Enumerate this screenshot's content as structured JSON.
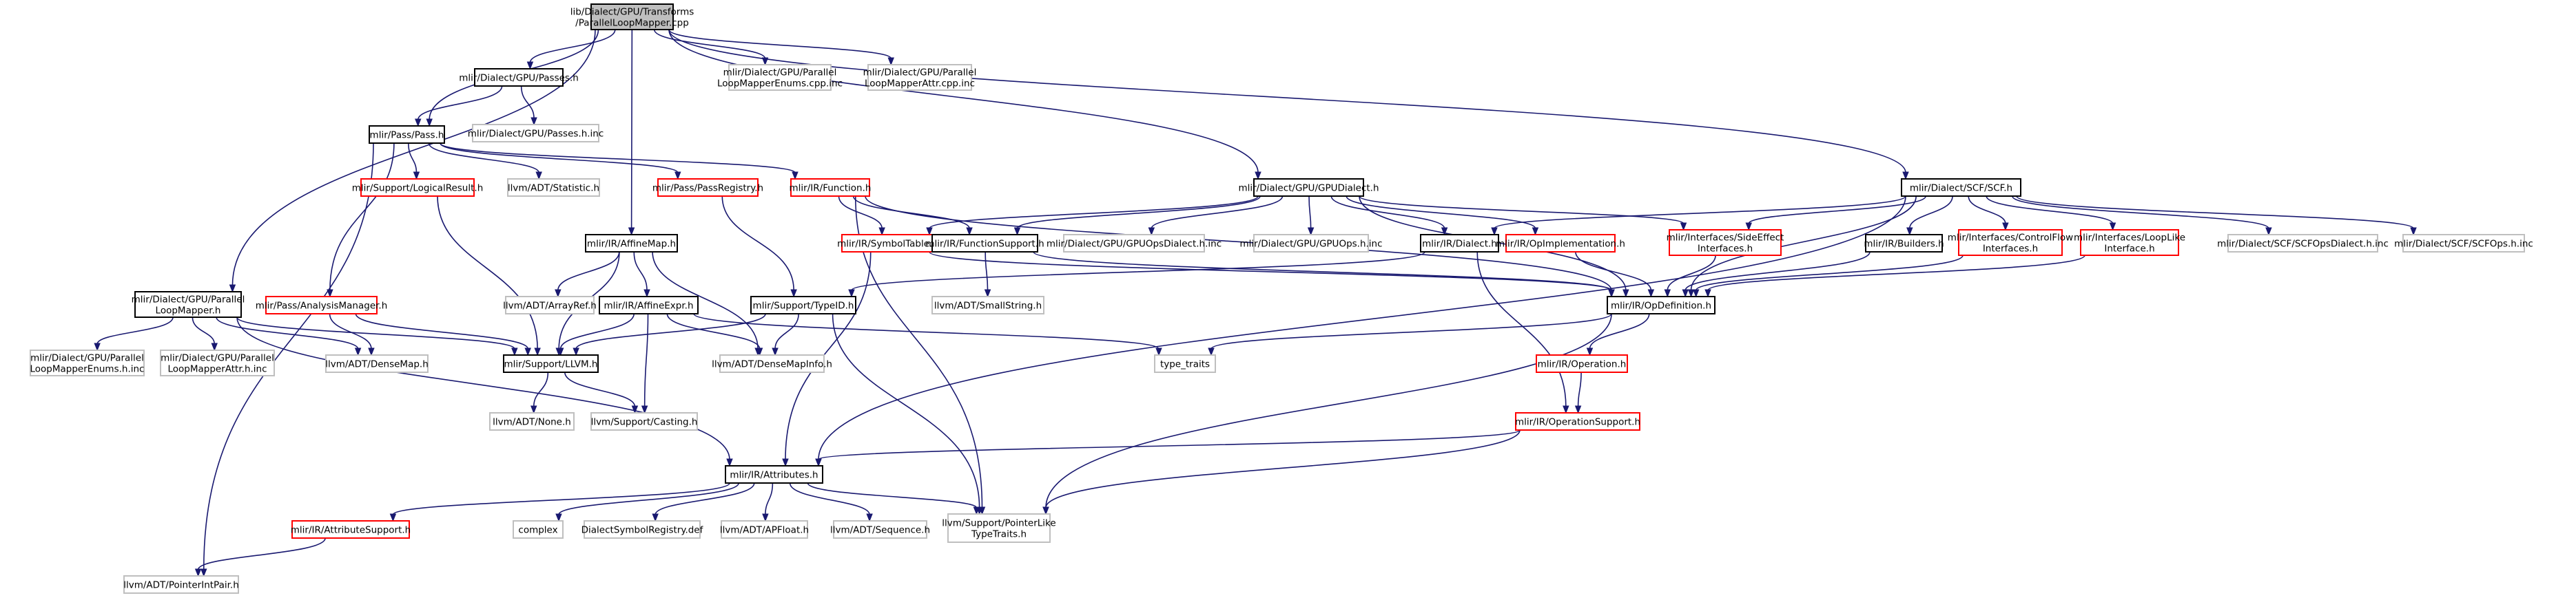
{
  "colors": {
    "black_border": "#000000",
    "red_border": "#ff0000",
    "gray_border": "#bfbfbf",
    "root_fill": "#bfbfbf",
    "edge": "#191970"
  },
  "nodes": [
    {
      "id": "root",
      "lines": [
        "lib/Dialect/GPU/Transforms",
        "/ParallelLoopMapper.cpp"
      ],
      "style": "root"
    },
    {
      "id": "passes_h",
      "lines": [
        "mlir/Dialect/GPU/Passes.h"
      ],
      "style": "black"
    },
    {
      "id": "enums_cpp_inc",
      "lines": [
        "mlir/Dialect/GPU/Parallel",
        "LoopMapperEnums.cpp.inc"
      ],
      "style": "gray"
    },
    {
      "id": "attr_cpp_inc",
      "lines": [
        "mlir/Dialect/GPU/Parallel",
        "LoopMapperAttr.cpp.inc"
      ],
      "style": "gray"
    },
    {
      "id": "pass_h",
      "lines": [
        "mlir/Pass/Pass.h"
      ],
      "style": "black"
    },
    {
      "id": "passes_h_inc",
      "lines": [
        "mlir/Dialect/GPU/Passes.h.inc"
      ],
      "style": "gray"
    },
    {
      "id": "logical_result",
      "lines": [
        "mlir/Support/LogicalResult.h"
      ],
      "style": "red"
    },
    {
      "id": "statistic",
      "lines": [
        "llvm/ADT/Statistic.h"
      ],
      "style": "gray"
    },
    {
      "id": "pass_registry",
      "lines": [
        "mlir/Pass/PassRegistry.h"
      ],
      "style": "red"
    },
    {
      "id": "function_h",
      "lines": [
        "mlir/IR/Function.h"
      ],
      "style": "red"
    },
    {
      "id": "gpu_dialect",
      "lines": [
        "mlir/Dialect/GPU/GPUDialect.h"
      ],
      "style": "black"
    },
    {
      "id": "scf_h",
      "lines": [
        "mlir/Dialect/SCF/SCF.h"
      ],
      "style": "black"
    },
    {
      "id": "affine_map",
      "lines": [
        "mlir/IR/AffineMap.h"
      ],
      "style": "black"
    },
    {
      "id": "symbol_table",
      "lines": [
        "mlir/IR/SymbolTable.h"
      ],
      "style": "red"
    },
    {
      "id": "function_support",
      "lines": [
        "mlir/IR/FunctionSupport.h"
      ],
      "style": "black"
    },
    {
      "id": "gpu_ops_dialect_inc",
      "lines": [
        "mlir/Dialect/GPU/GPUOpsDialect.h.inc"
      ],
      "style": "gray"
    },
    {
      "id": "gpu_ops_inc",
      "lines": [
        "mlir/Dialect/GPU/GPUOps.h.inc"
      ],
      "style": "gray"
    },
    {
      "id": "dialect_h",
      "lines": [
        "mlir/IR/Dialect.h"
      ],
      "style": "black"
    },
    {
      "id": "op_impl",
      "lines": [
        "mlir/IR/OpImplementation.h"
      ],
      "style": "red"
    },
    {
      "id": "side_effect",
      "lines": [
        "mlir/Interfaces/SideEffect",
        "Interfaces.h"
      ],
      "style": "red"
    },
    {
      "id": "builders",
      "lines": [
        "mlir/IR/Builders.h"
      ],
      "style": "black"
    },
    {
      "id": "control_flow",
      "lines": [
        "mlir/Interfaces/ControlFlow",
        "Interfaces.h"
      ],
      "style": "red"
    },
    {
      "id": "loop_like",
      "lines": [
        "mlir/Interfaces/LoopLike",
        "Interface.h"
      ],
      "style": "red"
    },
    {
      "id": "scf_ops_dialect_inc",
      "lines": [
        "mlir/Dialect/SCF/SCFOpsDialect.h.inc"
      ],
      "style": "gray"
    },
    {
      "id": "scf_ops_inc",
      "lines": [
        "mlir/Dialect/SCF/SCFOps.h.inc"
      ],
      "style": "gray"
    },
    {
      "id": "plm_h",
      "lines": [
        "mlir/Dialect/GPU/Parallel",
        "LoopMapper.h"
      ],
      "style": "black"
    },
    {
      "id": "analysis_mgr",
      "lines": [
        "mlir/Pass/AnalysisManager.h"
      ],
      "style": "red"
    },
    {
      "id": "array_ref",
      "lines": [
        "llvm/ADT/ArrayRef.h"
      ],
      "style": "gray"
    },
    {
      "id": "affine_expr",
      "lines": [
        "mlir/IR/AffineExpr.h"
      ],
      "style": "black"
    },
    {
      "id": "typeid",
      "lines": [
        "mlir/Support/TypeID.h"
      ],
      "style": "black"
    },
    {
      "id": "small_string",
      "lines": [
        "llvm/ADT/SmallString.h"
      ],
      "style": "gray"
    },
    {
      "id": "op_definition",
      "lines": [
        "mlir/IR/OpDefinition.h"
      ],
      "style": "black"
    },
    {
      "id": "enums_h_inc",
      "lines": [
        "mlir/Dialect/GPU/Parallel",
        "LoopMapperEnums.h.inc"
      ],
      "style": "gray"
    },
    {
      "id": "attr_h_inc",
      "lines": [
        "mlir/Dialect/GPU/Parallel",
        "LoopMapperAttr.h.inc"
      ],
      "style": "gray"
    },
    {
      "id": "dense_map",
      "lines": [
        "llvm/ADT/DenseMap.h"
      ],
      "style": "gray"
    },
    {
      "id": "support_llvm",
      "lines": [
        "mlir/Support/LLVM.h"
      ],
      "style": "black"
    },
    {
      "id": "dense_map_info",
      "lines": [
        "llvm/ADT/DenseMapInfo.h"
      ],
      "style": "gray"
    },
    {
      "id": "type_traits",
      "lines": [
        "type_traits"
      ],
      "style": "gray"
    },
    {
      "id": "operation_h",
      "lines": [
        "mlir/IR/Operation.h"
      ],
      "style": "red"
    },
    {
      "id": "none_h",
      "lines": [
        "llvm/ADT/None.h"
      ],
      "style": "gray"
    },
    {
      "id": "casting_h",
      "lines": [
        "llvm/Support/Casting.h"
      ],
      "style": "gray"
    },
    {
      "id": "operation_support",
      "lines": [
        "mlir/IR/OperationSupport.h"
      ],
      "style": "red"
    },
    {
      "id": "attributes_h",
      "lines": [
        "mlir/IR/Attributes.h"
      ],
      "style": "black"
    },
    {
      "id": "attribute_support",
      "lines": [
        "mlir/IR/AttributeSupport.h"
      ],
      "style": "red"
    },
    {
      "id": "complex",
      "lines": [
        "complex"
      ],
      "style": "gray"
    },
    {
      "id": "dialect_symbol_registry",
      "lines": [
        "DialectSymbolRegistry.def"
      ],
      "style": "gray"
    },
    {
      "id": "ap_float",
      "lines": [
        "llvm/ADT/APFloat.h"
      ],
      "style": "gray"
    },
    {
      "id": "sequence",
      "lines": [
        "llvm/ADT/Sequence.h"
      ],
      "style": "gray"
    },
    {
      "id": "pointer_like",
      "lines": [
        "llvm/Support/PointerLike",
        "TypeTraits.h"
      ],
      "style": "gray"
    },
    {
      "id": "pointer_int_pair",
      "lines": [
        "llvm/ADT/PointerIntPair.h"
      ],
      "style": "gray"
    }
  ],
  "edges": [
    [
      "root",
      "passes_h"
    ],
    [
      "root",
      "enums_cpp_inc"
    ],
    [
      "root",
      "attr_cpp_inc"
    ],
    [
      "root",
      "pass_h"
    ],
    [
      "root",
      "plm_h"
    ],
    [
      "root",
      "affine_map"
    ],
    [
      "root",
      "gpu_dialect"
    ],
    [
      "root",
      "scf_h"
    ],
    [
      "passes_h",
      "pass_h"
    ],
    [
      "passes_h",
      "passes_h_inc"
    ],
    [
      "pass_h",
      "logical_result"
    ],
    [
      "pass_h",
      "statistic"
    ],
    [
      "pass_h",
      "pass_registry"
    ],
    [
      "pass_h",
      "function_h"
    ],
    [
      "pass_h",
      "analysis_mgr"
    ],
    [
      "pass_h",
      "pointer_int_pair"
    ],
    [
      "logical_result",
      "support_llvm"
    ],
    [
      "pass_registry",
      "typeid"
    ],
    [
      "function_h",
      "symbol_table"
    ],
    [
      "function_h",
      "function_support"
    ],
    [
      "function_h",
      "op_definition"
    ],
    [
      "function_h",
      "pointer_like"
    ],
    [
      "gpu_dialect",
      "symbol_table"
    ],
    [
      "gpu_dialect",
      "function_support"
    ],
    [
      "gpu_dialect",
      "gpu_ops_dialect_inc"
    ],
    [
      "gpu_dialect",
      "gpu_ops_inc"
    ],
    [
      "gpu_dialect",
      "dialect_h"
    ],
    [
      "gpu_dialect",
      "op_impl"
    ],
    [
      "gpu_dialect",
      "side_effect"
    ],
    [
      "gpu_dialect",
      "op_definition"
    ],
    [
      "scf_h",
      "dialect_h"
    ],
    [
      "scf_h",
      "side_effect"
    ],
    [
      "scf_h",
      "builders"
    ],
    [
      "scf_h",
      "control_flow"
    ],
    [
      "scf_h",
      "loop_like"
    ],
    [
      "scf_h",
      "scf_ops_dialect_inc"
    ],
    [
      "scf_h",
      "scf_ops_inc"
    ],
    [
      "scf_h",
      "op_definition"
    ],
    [
      "scf_h",
      "attributes_h"
    ],
    [
      "affine_map",
      "array_ref"
    ],
    [
      "affine_map",
      "affine_expr"
    ],
    [
      "affine_map",
      "support_llvm"
    ],
    [
      "affine_map",
      "dense_map_info"
    ],
    [
      "symbol_table",
      "op_definition"
    ],
    [
      "symbol_table",
      "attributes_h"
    ],
    [
      "function_support",
      "small_string"
    ],
    [
      "function_support",
      "op_definition"
    ],
    [
      "dialect_h",
      "typeid"
    ],
    [
      "dialect_h",
      "operation_support"
    ],
    [
      "op_impl",
      "op_definition"
    ],
    [
      "side_effect",
      "op_definition"
    ],
    [
      "builders",
      "op_definition"
    ],
    [
      "control_flow",
      "op_definition"
    ],
    [
      "loop_like",
      "op_definition"
    ],
    [
      "plm_h",
      "enums_h_inc"
    ],
    [
      "plm_h",
      "attr_h_inc"
    ],
    [
      "plm_h",
      "dense_map"
    ],
    [
      "plm_h",
      "support_llvm"
    ],
    [
      "plm_h",
      "attributes_h"
    ],
    [
      "analysis_mgr",
      "dense_map"
    ],
    [
      "analysis_mgr",
      "support_llvm"
    ],
    [
      "affine_expr",
      "support_llvm"
    ],
    [
      "affine_expr",
      "dense_map_info"
    ],
    [
      "affine_expr",
      "casting_h"
    ],
    [
      "affine_expr",
      "type_traits"
    ],
    [
      "typeid",
      "support_llvm"
    ],
    [
      "typeid",
      "dense_map_info"
    ],
    [
      "typeid",
      "pointer_like"
    ],
    [
      "op_definition",
      "type_traits"
    ],
    [
      "op_definition",
      "operation_h"
    ],
    [
      "op_definition",
      "pointer_like"
    ],
    [
      "support_llvm",
      "none_h"
    ],
    [
      "support_llvm",
      "casting_h"
    ],
    [
      "operation_h",
      "operation_support"
    ],
    [
      "operation_support",
      "attributes_h"
    ],
    [
      "operation_support",
      "pointer_like"
    ],
    [
      "attributes_h",
      "attribute_support"
    ],
    [
      "attributes_h",
      "complex"
    ],
    [
      "attributes_h",
      "dialect_symbol_registry"
    ],
    [
      "attributes_h",
      "ap_float"
    ],
    [
      "attributes_h",
      "sequence"
    ],
    [
      "attributes_h",
      "pointer_like"
    ],
    [
      "attribute_support",
      "pointer_int_pair"
    ]
  ]
}
